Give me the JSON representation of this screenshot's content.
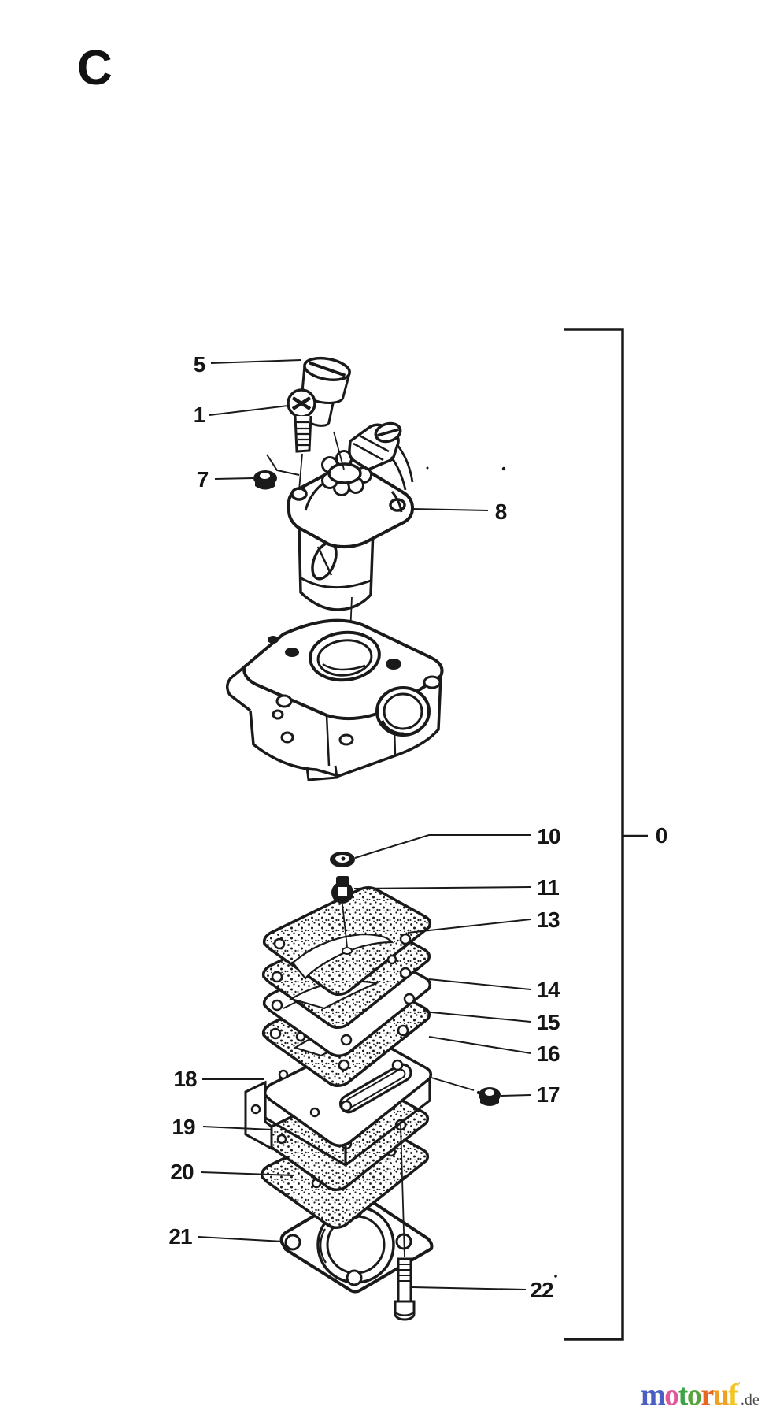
{
  "page": {
    "section_label": "C",
    "background": "#ffffff",
    "line_color": "#1a1a1a"
  },
  "diagram": {
    "assembly_label": "0",
    "callouts": [
      {
        "label": "5"
      },
      {
        "label": "1"
      },
      {
        "label": "7"
      },
      {
        "label": "8"
      },
      {
        "label": "10"
      },
      {
        "label": "11"
      },
      {
        "label": "13"
      },
      {
        "label": "14"
      },
      {
        "label": "15"
      },
      {
        "label": "16"
      },
      {
        "label": "17"
      },
      {
        "label": "18"
      },
      {
        "label": "19"
      },
      {
        "label": "20"
      },
      {
        "label": "21"
      },
      {
        "label": "22"
      }
    ]
  },
  "watermark": {
    "brand": "motoruf",
    "brand_letters": [
      {
        "char": "m",
        "color": "#4a5fc1"
      },
      {
        "char": "o",
        "color": "#e2589d"
      },
      {
        "char": "t",
        "color": "#3da344"
      },
      {
        "char": "o",
        "color": "#59a33c"
      },
      {
        "char": "r",
        "color": "#e8661f"
      },
      {
        "char": "u",
        "color": "#efa125"
      },
      {
        "char": "f",
        "color": "#f2c51f"
      }
    ],
    "tm_mark": "'",
    "suffix": ".de",
    "suffix_color": "#4c4c4c"
  }
}
